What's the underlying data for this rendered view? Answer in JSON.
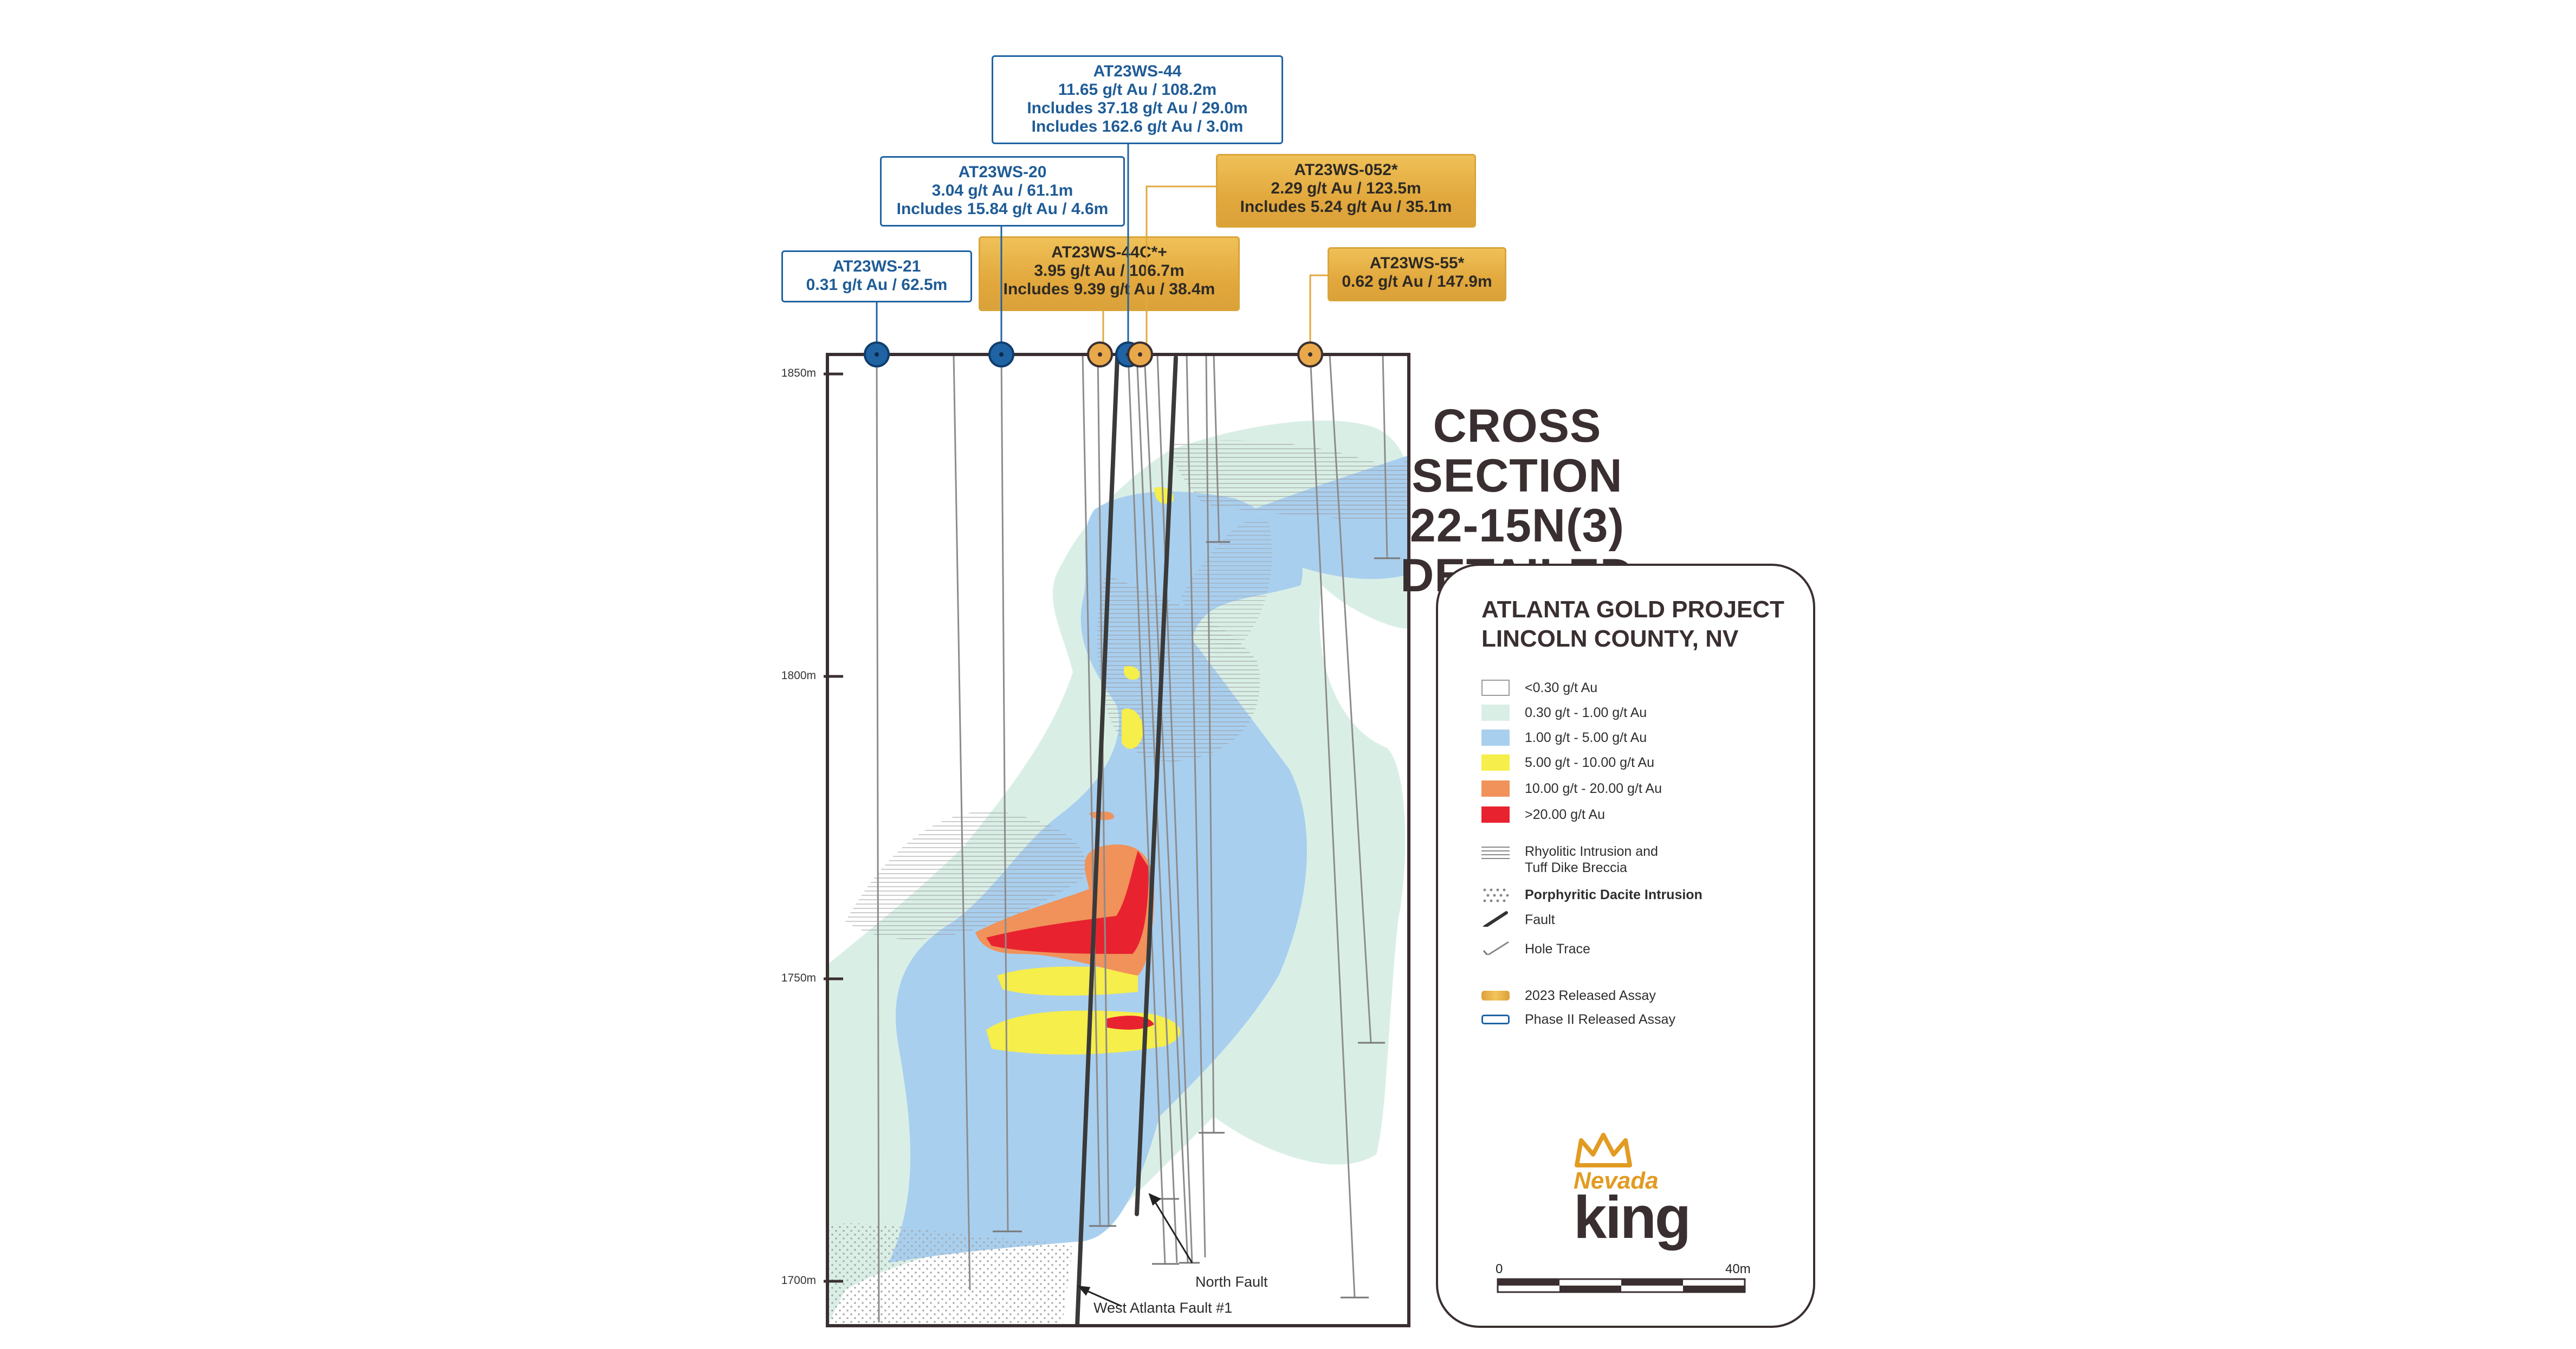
{
  "title": {
    "line1": "CROSS SECTION",
    "line2": "22-15N(3)",
    "line3": "DETAILED MAP"
  },
  "callouts": {
    "ws21": {
      "hole": "AT23WS-21",
      "line1": "0.31 g/t Au / 62.5m"
    },
    "ws20": {
      "hole": "AT23WS-20",
      "line1": "3.04 g/t Au / 61.1m",
      "line2": "Includes 15.84 g/t Au / 4.6m"
    },
    "ws44": {
      "hole": "AT23WS-44",
      "line1": "11.65 g/t Au / 108.2m",
      "line2": "Includes 37.18 g/t Au / 29.0m",
      "line3": "Includes 162.6 g/t Au / 3.0m"
    },
    "ws44c": {
      "hole": "AT23WS-44C*+",
      "line1": "3.95 g/t Au / 106.7m",
      "line2": "Includes 9.39 g/t Au / 38.4m"
    },
    "ws052": {
      "hole": "AT23WS-052*",
      "line1": "2.29 g/t Au / 123.5m",
      "line2": "Includes 5.24 g/t Au / 35.1m"
    },
    "ws55": {
      "hole": "AT23WS-55*",
      "line1": "0.62 g/t Au / 147.9m"
    }
  },
  "elevations": [
    "1850m",
    "1800m",
    "1750m",
    "1700m"
  ],
  "faults": {
    "north": "North Fault",
    "west": "West Atlanta Fault #1"
  },
  "legend": {
    "project_line1": "ATLANTA GOLD PROJECT",
    "project_line2": "LINCOLN COUNTY, NV",
    "grades": [
      {
        "label": "<0.30 g/t Au",
        "color": "#ffffff"
      },
      {
        "label": "0.30 g/t - 1.00 g/t Au",
        "color": "#d9efe6"
      },
      {
        "label": "1.00 g/t - 5.00 g/t Au",
        "color": "#a9cfef"
      },
      {
        "label": "5.00 g/t - 10.00 g/t Au",
        "color": "#f6ee4a"
      },
      {
        "label": "10.00 g/t - 20.00 g/t Au",
        "color": "#f0925a"
      },
      {
        "label": ">20.00 g/t Au",
        "color": "#e8232f"
      }
    ],
    "rhyolitic_line1": "Rhyolitic Intrusion and",
    "rhyolitic_line2": "Tuff Dike Breccia",
    "dacite": "Porphyritic Dacite Intrusion",
    "fault": "Fault",
    "hole_trace": "Hole Trace",
    "assay_2023": "2023 Released Assay",
    "assay_phase2": "Phase II Released Assay",
    "scale_start": "0",
    "scale_end": "40m",
    "logo_nevada": "Nevada",
    "logo_king": "king"
  },
  "colors": {
    "blue_collar": "#1f63a3",
    "gold_collar": "#e9a84a",
    "frame": "#3a2f30"
  }
}
